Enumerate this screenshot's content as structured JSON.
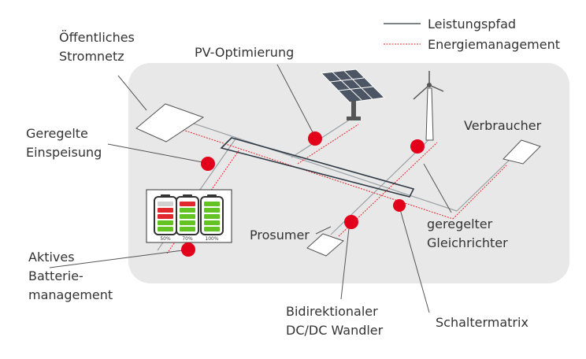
{
  "legend": {
    "power_path": "Leistungspfad",
    "energy_management": "Energiemanagement"
  },
  "labels": {
    "public_grid": [
      "Öffentliches",
      "Stromnetz"
    ],
    "pv_optimization": [
      "PV-Optimierung"
    ],
    "regulated_feed_in": [
      "Geregelte",
      "Einspeisung"
    ],
    "consumer": [
      "Verbraucher"
    ],
    "prosumer": [
      "Prosumer"
    ],
    "regulated_rectifier": [
      "geregelter",
      "Gleichrichter"
    ],
    "active_battery_management": [
      "Aktives",
      "Batterie-",
      "management"
    ],
    "bidirectional_dcdc": [
      "Bidirektionaler",
      "DC/DC Wandler"
    ],
    "switch_matrix": [
      "Schaltermatrix"
    ]
  },
  "battery_levels": [
    "50%",
    "70%",
    "100%"
  ],
  "colors": {
    "power_line": "#2f3a45",
    "energy_line": "#e0282d",
    "node": "#e3001b",
    "zone": "#e8e8e8",
    "text": "#333333",
    "battery_green": "#63c321"
  }
}
